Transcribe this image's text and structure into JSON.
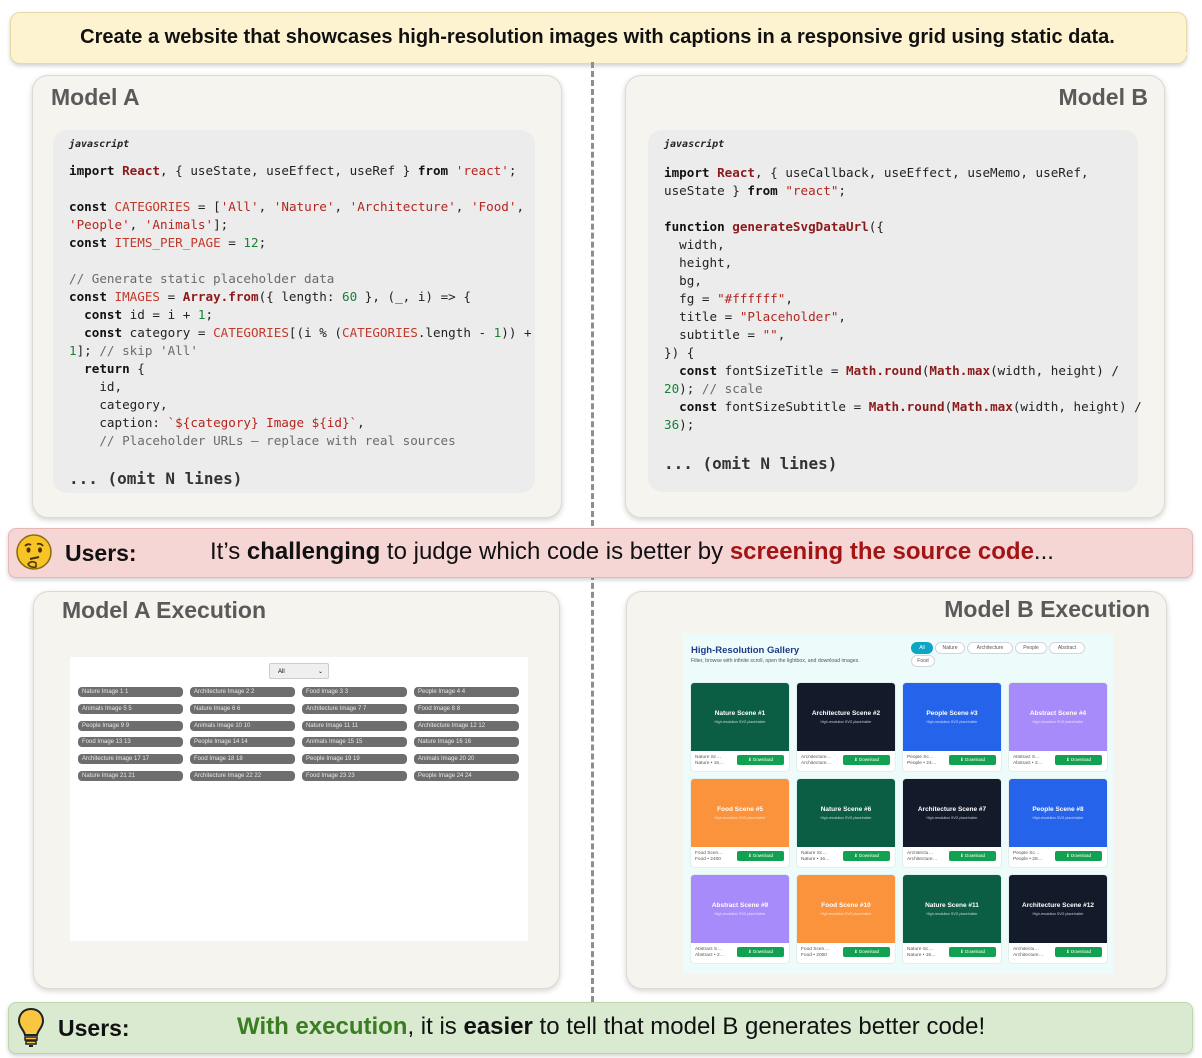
{
  "prompt": "Create a website that showcases high-resolution images with captions in a responsive grid using static data.",
  "model_a": {
    "title": "Model A",
    "lang": "javascript",
    "omit": "... (omit N lines)"
  },
  "model_b": {
    "title": "Model B",
    "lang": "javascript",
    "omit": "... (omit N lines)"
  },
  "banner_top": {
    "users": "Users:",
    "text_1": "It’s ",
    "text_bold": "challenging",
    "text_2": " to judge which code is better by ",
    "text_red": "screening the source code",
    "text_3": "..."
  },
  "exec_a": {
    "title": "Model A Execution",
    "select_value": "All",
    "items": [
      "Nature Image 1 1",
      "Architecture Image 2 2",
      "Food Image 3 3",
      "People Image 4 4",
      "Animals Image 5 5",
      "Nature Image 6 6",
      "Architecture Image 7 7",
      "Food Image 8 8",
      "People Image 9 9",
      "Animals Image 10 10",
      "Nature Image 11 11",
      "Architecture Image 12 12",
      "Food Image 13 13",
      "People Image 14 14",
      "Animals Image 15 15",
      "Nature Image 16 16",
      "Architecture Image 17 17",
      "Food Image 18 18",
      "People Image 19 19",
      "Animals Image 20 20",
      "Nature Image 21 21",
      "Architecture Image 22 22",
      "Food Image 23 23",
      "People Image 24 24"
    ]
  },
  "exec_b": {
    "title": "Model B Execution",
    "gallery_title": "High-Resolution Gallery",
    "gallery_subtitle": "Filter, browse with infinite scroll, open the lightbox, and download images.",
    "chips": [
      "All",
      "Nature",
      "Architecture",
      "People",
      "Abstract",
      "Food"
    ],
    "cards": [
      {
        "title": "Nature Scene #1",
        "sub": "High-resolution SVG placeholder",
        "cap1": "Nature Sc…",
        "cap2": "Nature • 16…",
        "color": "#0b5e43"
      },
      {
        "title": "Architecture Scene #2",
        "sub": "High-resolution SVG placeholder",
        "cap1": "Architecture…",
        "cap2": "Architecture…",
        "color": "#131a2a"
      },
      {
        "title": "People Scene #3",
        "sub": "High-resolution SVG placeholder",
        "cap1": "People Sc…",
        "cap2": "People • 24…",
        "color": "#2563eb"
      },
      {
        "title": "Abstract Scene #4",
        "sub": "High-resolution SVG placeholder",
        "cap1": "Abstract S…",
        "cap2": "Abstract • 2…",
        "color": "#a78bfa"
      },
      {
        "title": "Food Scene #5",
        "sub": "High-resolution SVG placeholder",
        "cap1": "Food Scen…",
        "cap2": "Food • 2400",
        "color": "#fb923c"
      },
      {
        "title": "Nature Scene #6",
        "sub": "High-resolution SVG placeholder",
        "cap1": "Nature Sc…",
        "cap2": "Nature • 16…",
        "color": "#0b5e43"
      },
      {
        "title": "Architecture Scene #7",
        "sub": "High-resolution SVG placeholder",
        "cap1": "Architectu…",
        "cap2": "Architecture…",
        "color": "#131a2a"
      },
      {
        "title": "People Scene #8",
        "sub": "High-resolution SVG placeholder",
        "cap1": "People Sc…",
        "cap2": "People • 28…",
        "color": "#2563eb"
      },
      {
        "title": "Abstract Scene #9",
        "sub": "High-resolution SVG placeholder",
        "cap1": "Abstract S…",
        "cap2": "Abstract • 2…",
        "color": "#a78bfa"
      },
      {
        "title": "Food Scene #10",
        "sub": "High-resolution SVG placeholder",
        "cap1": "Food Scen…",
        "cap2": "Food • 2000",
        "color": "#fb923c"
      },
      {
        "title": "Nature Scene #11",
        "sub": "High-resolution SVG placeholder",
        "cap1": "Nature Sc…",
        "cap2": "Nature • 16…",
        "color": "#0b5e43"
      },
      {
        "title": "Architecture Scene #12",
        "sub": "High-resolution SVG placeholder",
        "cap1": "Architectu…",
        "cap2": "Architecture…",
        "color": "#131a2a"
      }
    ],
    "download_label": "⬇  Download"
  },
  "banner_bottom": {
    "users": "Users:",
    "text_green": "With execution",
    "text_1": ", it is ",
    "text_bold": "easier",
    "text_2": " to tell that model B generates better code!"
  },
  "icons": {
    "face": "thinking-face-icon",
    "bulb": "lightbulb-icon"
  }
}
